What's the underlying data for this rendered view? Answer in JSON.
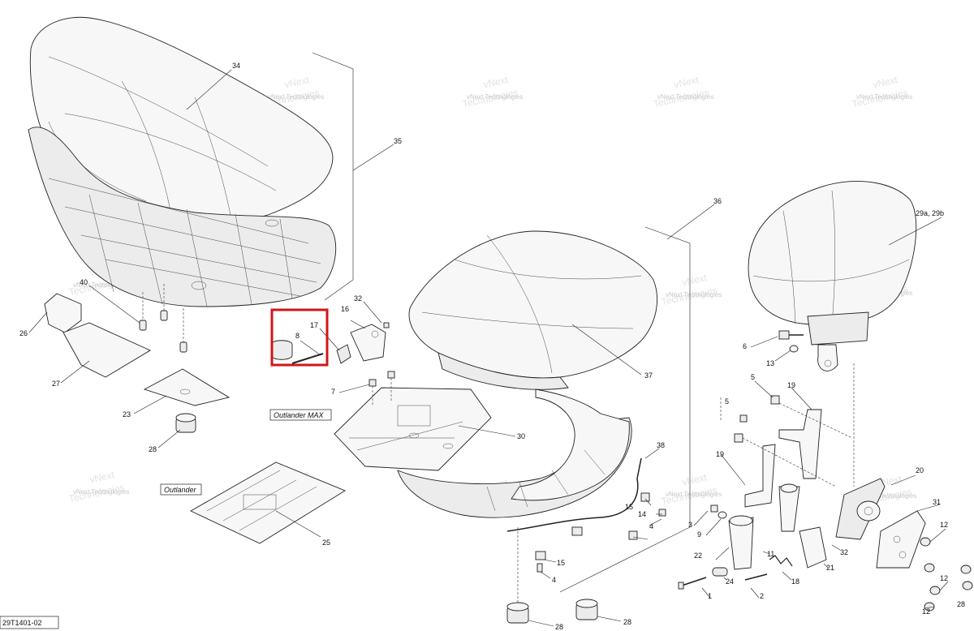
{
  "diagram": {
    "document_code": "29T1401-02",
    "variant_labels": {
      "max": "Outlander MAX",
      "standard": "Outlander"
    },
    "watermark": {
      "line1": "vNext",
      "line2": "Technologies",
      "line3": "vNext Technologies"
    },
    "callouts": [
      "1",
      "2",
      "3",
      "4",
      "4",
      "5",
      "5",
      "6",
      "7",
      "8",
      "9",
      "11",
      "12",
      "12",
      "12",
      "13",
      "14",
      "15",
      "15",
      "16",
      "17",
      "18",
      "19",
      "19",
      "20",
      "21",
      "22",
      "23",
      "24",
      "25",
      "26",
      "27",
      "28",
      "28",
      "28",
      "28",
      "29a, 29b",
      "30",
      "31",
      "32",
      "32",
      "34",
      "35",
      "36",
      "37",
      "38",
      "40"
    ],
    "highlight_color": "#d0151b"
  }
}
